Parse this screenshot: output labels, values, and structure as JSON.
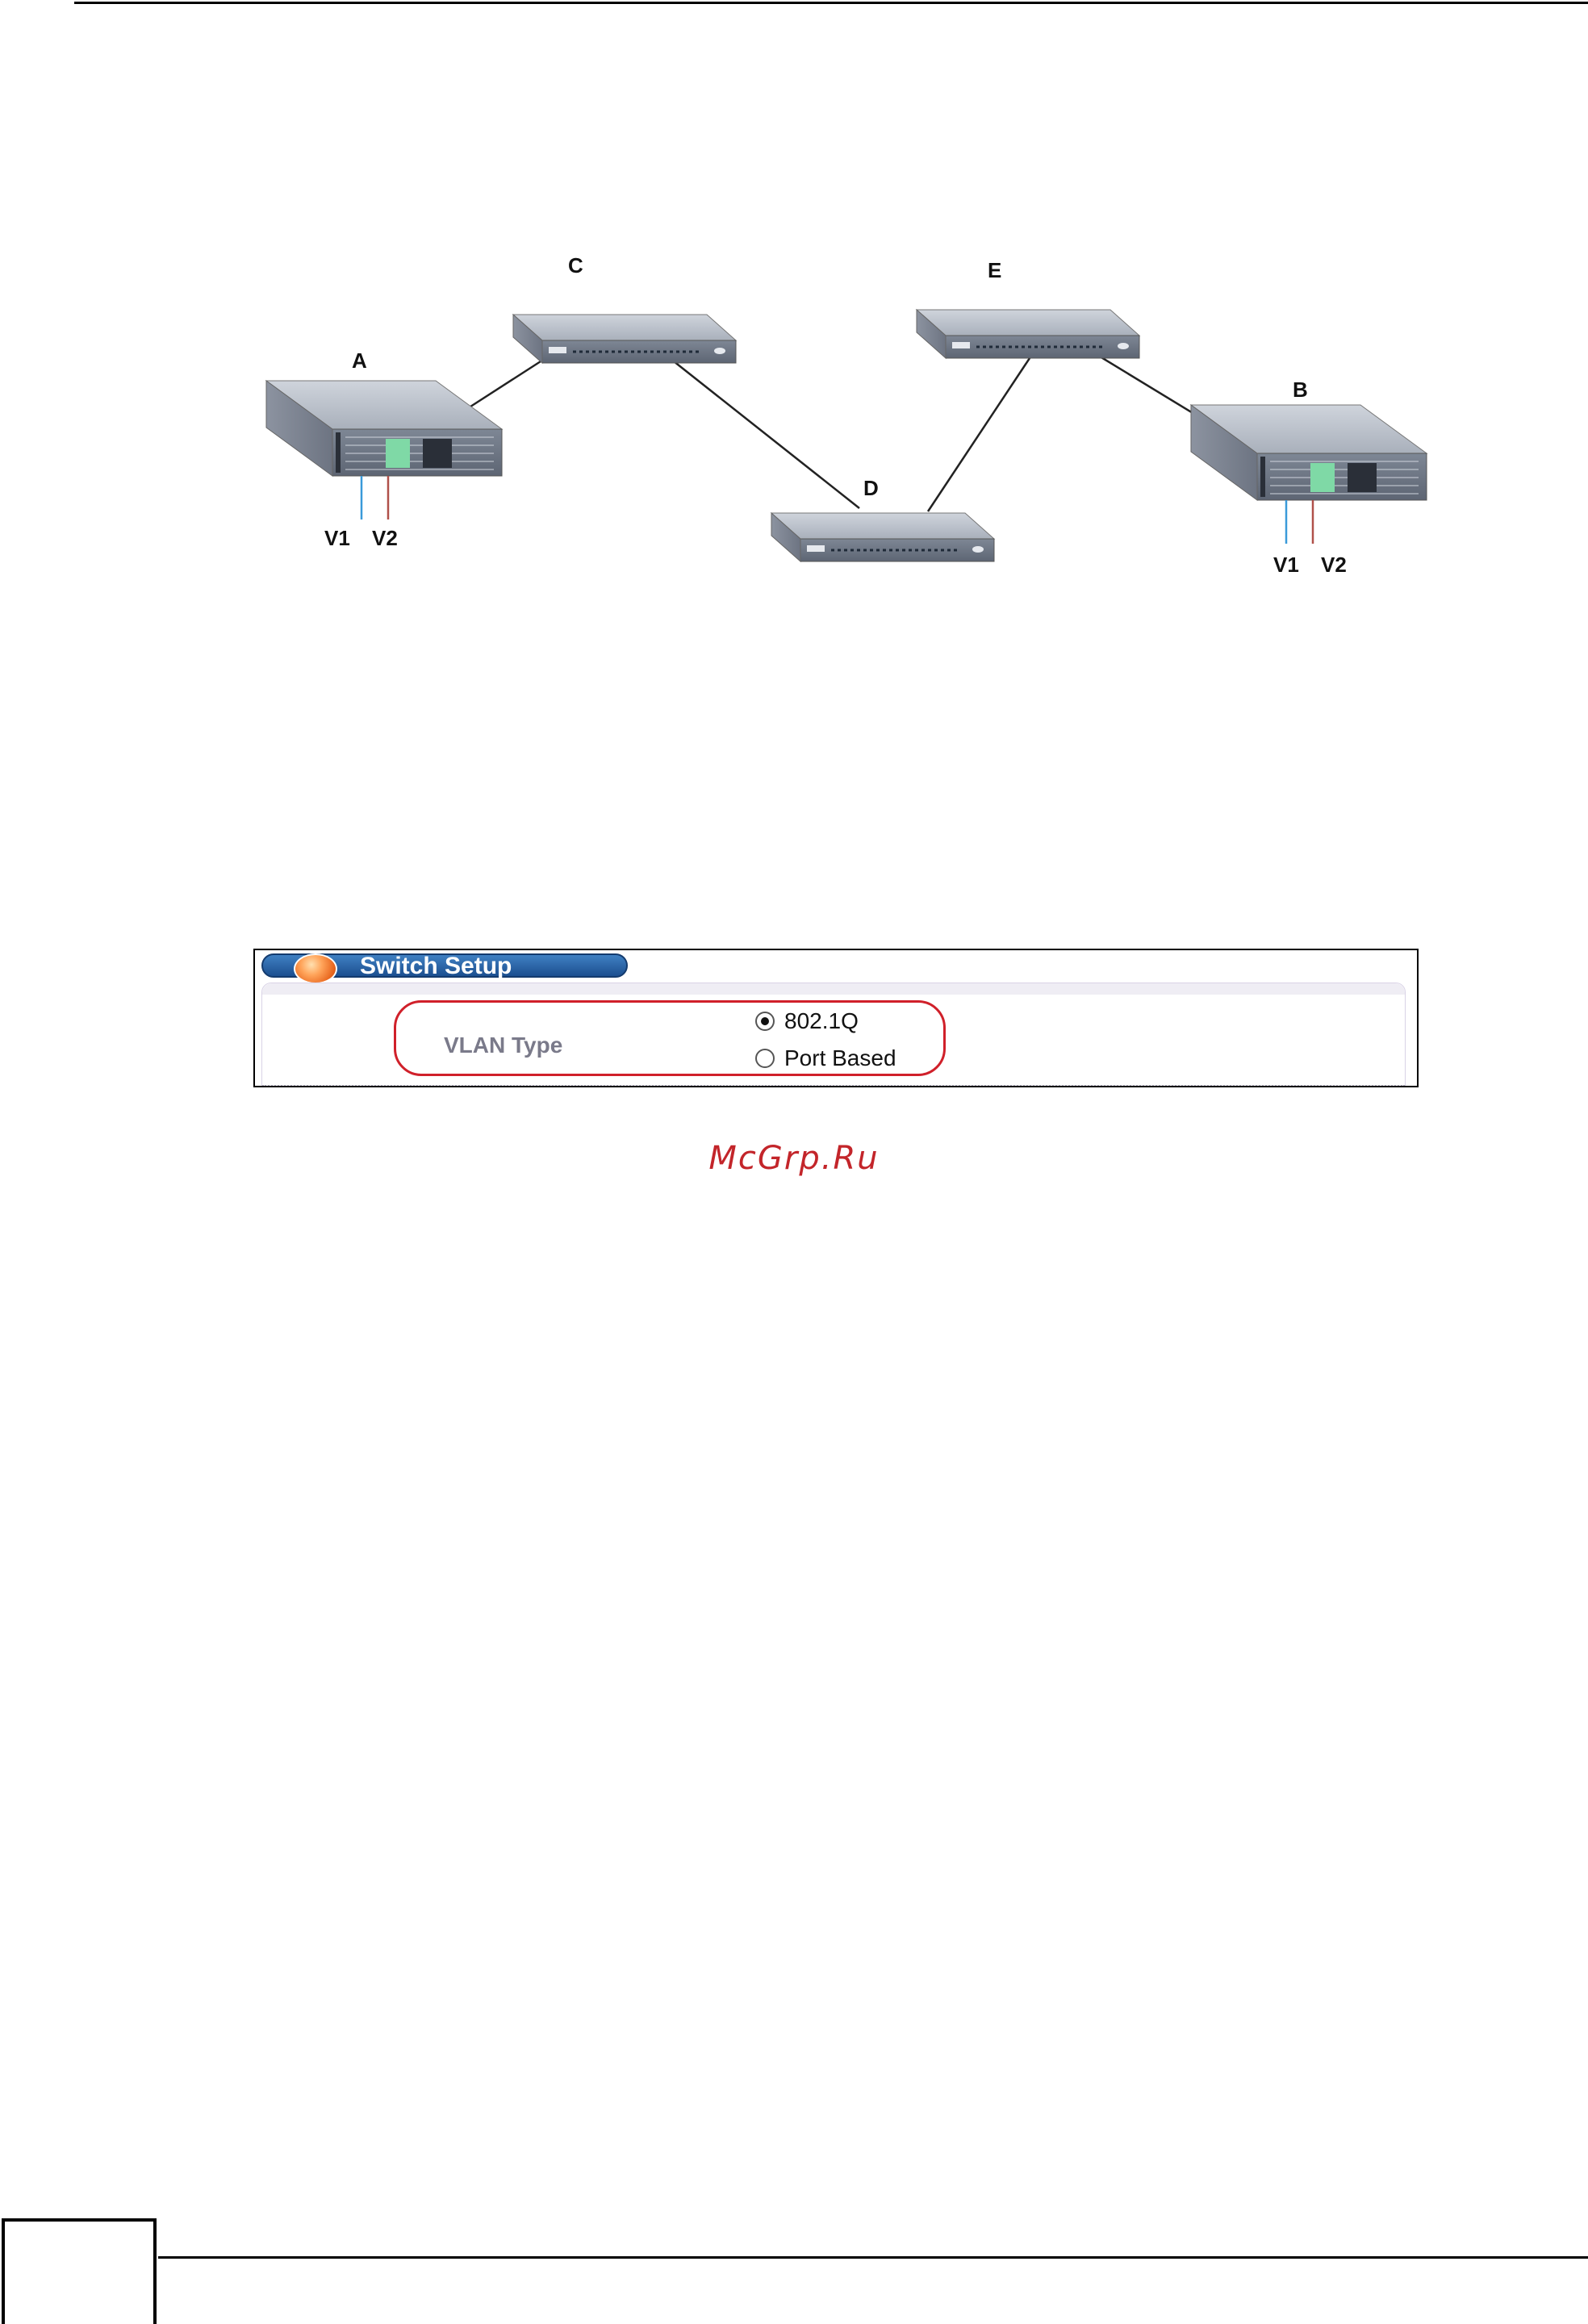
{
  "diagram": {
    "nodes": [
      {
        "id": "A",
        "label": "A",
        "kind": "chassis-switch"
      },
      {
        "id": "B",
        "label": "B",
        "kind": "chassis-switch"
      },
      {
        "id": "C",
        "label": "C",
        "kind": "switch"
      },
      {
        "id": "D",
        "label": "D",
        "kind": "switch"
      },
      {
        "id": "E",
        "label": "E",
        "kind": "switch"
      }
    ],
    "links": [
      [
        "A",
        "C"
      ],
      [
        "C",
        "D"
      ],
      [
        "D",
        "E"
      ],
      [
        "E",
        "B"
      ]
    ],
    "vlan_labels": {
      "v1": "V1",
      "v2": "V2"
    },
    "colors": {
      "v1": "#3a9ad9",
      "v2": "#b0504a",
      "link": "#222222"
    }
  },
  "screen": {
    "title": "Switch Setup",
    "field_label": "VLAN Type",
    "options": [
      {
        "label": "802.1Q",
        "selected": true
      },
      {
        "label": "Port Based",
        "selected": false
      }
    ],
    "highlight_color": "#d0202a"
  },
  "watermark": "McGrp.Ru"
}
